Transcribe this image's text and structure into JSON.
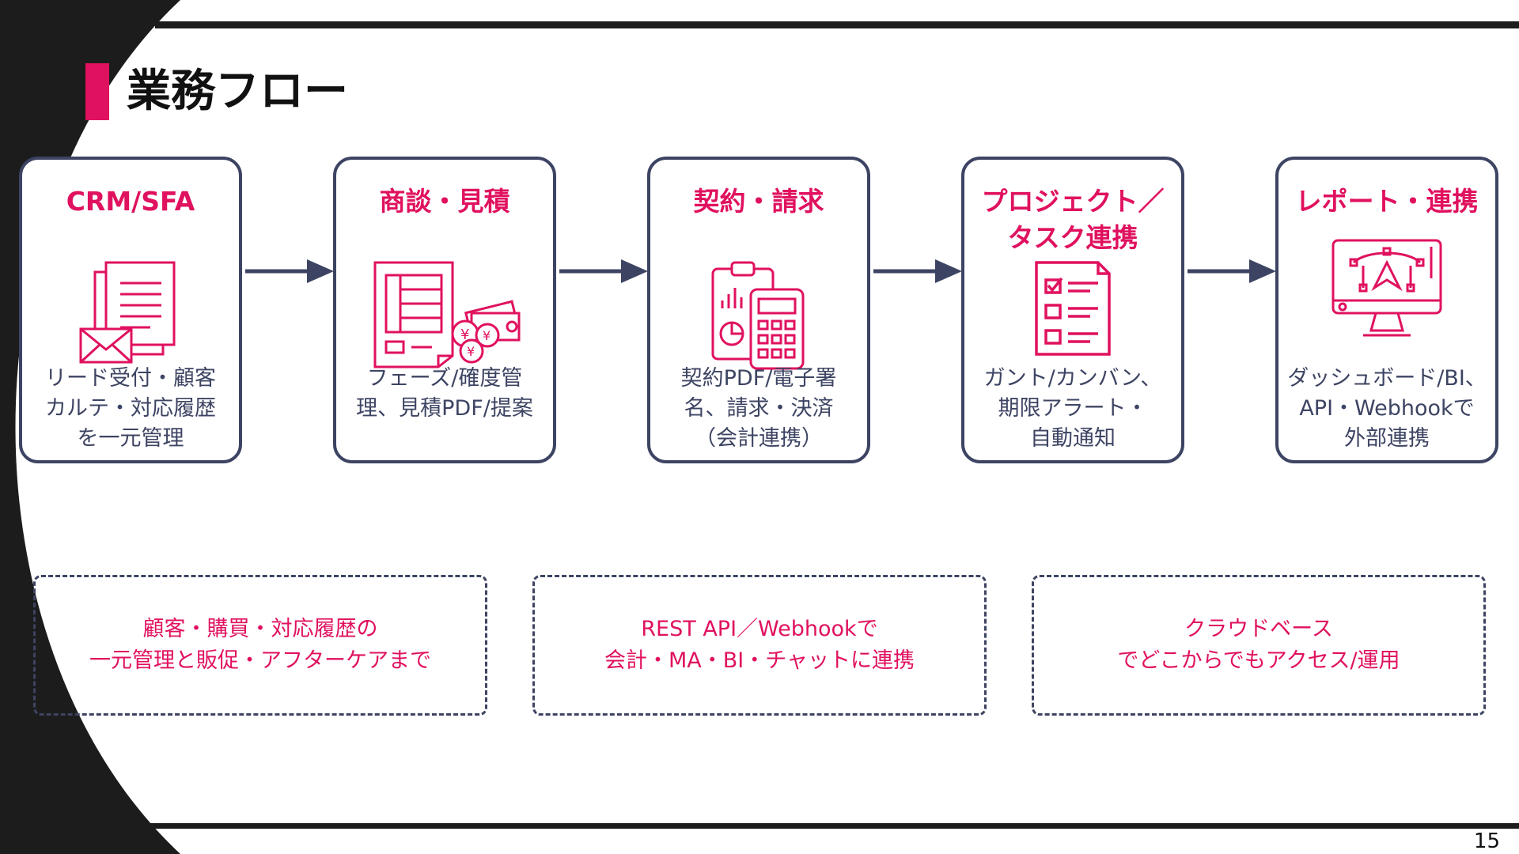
{
  "title": "業務フロー",
  "colors": {
    "accent": "#e0115f",
    "border": "#3d4463",
    "dark": "#1c1c1c"
  },
  "cards": [
    {
      "title": "CRM/SFA",
      "icon": "document-mail-icon",
      "desc": [
        "リード受付・顧客",
        "カルテ・対応履歴",
        "を一元管理"
      ]
    },
    {
      "title": "商談・見積",
      "icon": "document-money-icon",
      "desc": [
        "フェーズ/確度管",
        "理、見積PDF/提案"
      ]
    },
    {
      "title": "契約・請求",
      "icon": "clipboard-calculator-icon",
      "desc": [
        "契約PDF/電子署",
        "名、請求・決済",
        "（会計連携）"
      ]
    },
    {
      "title": [
        "プロジェクト／",
        "タスク連携"
      ],
      "icon": "checklist-icon",
      "desc": [
        "ガント/カンバン、",
        "期限アラート・",
        "自動通知"
      ]
    },
    {
      "title": "レポート・連携",
      "icon": "monitor-design-icon",
      "desc": [
        "ダッシュボード/BI、",
        "API・Webhookで",
        "外部連携"
      ]
    }
  ],
  "notes": [
    [
      "顧客・購買・対応履歴の",
      "一元管理と販促・アフターケアまで"
    ],
    [
      "REST API／Webhookで",
      "会計・MA・BI・チャットに連携"
    ],
    [
      "クラウドベース",
      "でどこからでもアクセス/運用"
    ]
  ],
  "page_number": "15"
}
